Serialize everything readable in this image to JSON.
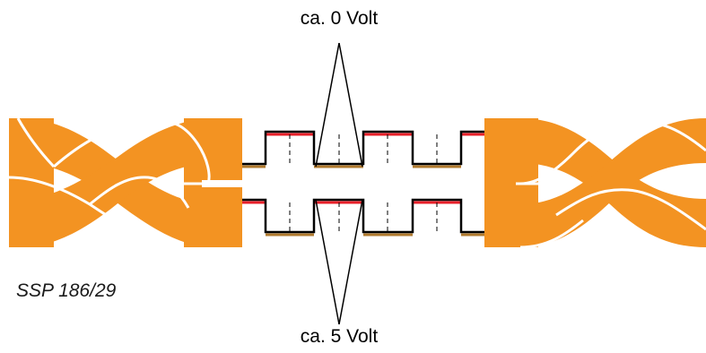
{
  "labels": {
    "top": "ca. 0 Volt",
    "bottom": "ca. 5 Volt"
  },
  "caption": "SSP 186/29",
  "colors": {
    "cable": "#f39322",
    "window": "#ffffff",
    "signal_line": "#000000",
    "high_level_trace": "#e8202a",
    "low_level_trace": "#b07a2e",
    "separator": "#ffffff"
  },
  "icons": {
    "cable": "twisted-pair-cable",
    "signal": "square-wave"
  }
}
